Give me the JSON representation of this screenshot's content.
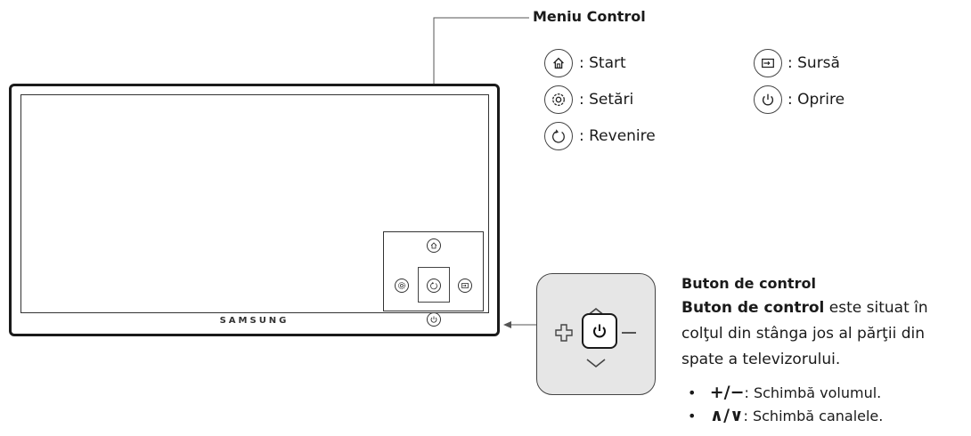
{
  "menu_title": "Meniu Control",
  "menu_items": [
    {
      "icon": "home-icon",
      "label": ": Start"
    },
    {
      "icon": "gear-icon",
      "label": ": Setări"
    },
    {
      "icon": "return-icon",
      "label": ": Revenire"
    },
    {
      "icon": "source-icon",
      "label": ": Sursă"
    },
    {
      "icon": "power-icon",
      "label": ": Oprire"
    }
  ],
  "tv": {
    "brand": "SAMSUNG"
  },
  "button_section": {
    "title": "Buton de control",
    "description_bold": "Buton de control",
    "description_rest": " este situat în colţul din stânga jos al părţii din spate a televizorului.",
    "bullets": [
      {
        "symbols": "+/−",
        "text": ": Schimbă volumul."
      },
      {
        "symbols": "∧/∨",
        "text": ": Schimbă canalele."
      }
    ]
  }
}
